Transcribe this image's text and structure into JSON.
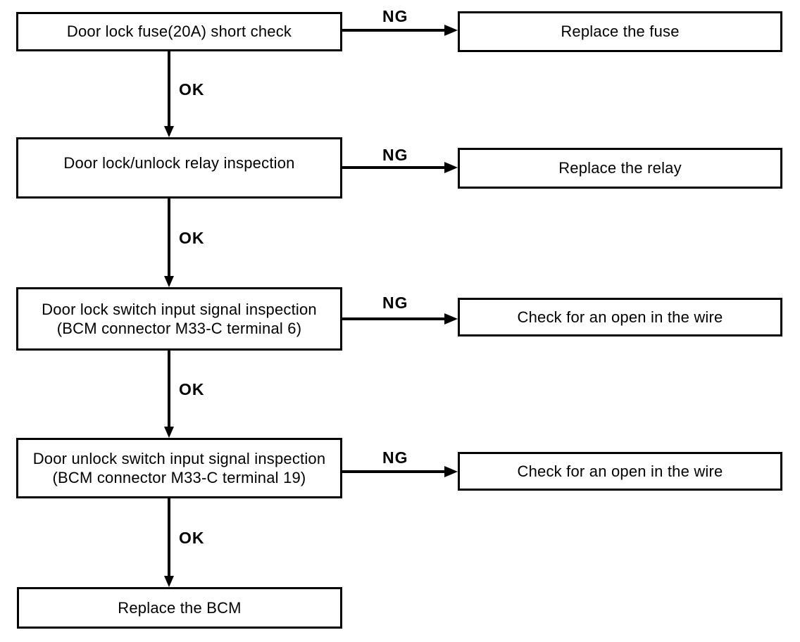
{
  "flowchart": {
    "steps": [
      {
        "label": "Door lock fuse(20A) short check"
      },
      {
        "label": "Door lock/unlock relay inspection"
      },
      {
        "label": "Door lock switch input signal inspection",
        "sublabel": "(BCM connector M33-C terminal 6)"
      },
      {
        "label": "Door unlock switch input signal inspection",
        "sublabel": "(BCM connector M33-C terminal 19)"
      },
      {
        "label": "Replace the BCM"
      }
    ],
    "results": [
      {
        "label": "Replace the fuse"
      },
      {
        "label": "Replace the relay"
      },
      {
        "label": "Check for an open in the wire"
      },
      {
        "label": "Check for an open in the wire"
      }
    ],
    "edge_labels": {
      "ok": "OK",
      "ng": "NG"
    },
    "colors": {
      "line": "#000000",
      "background": "#ffffff",
      "text": "#000000"
    }
  }
}
